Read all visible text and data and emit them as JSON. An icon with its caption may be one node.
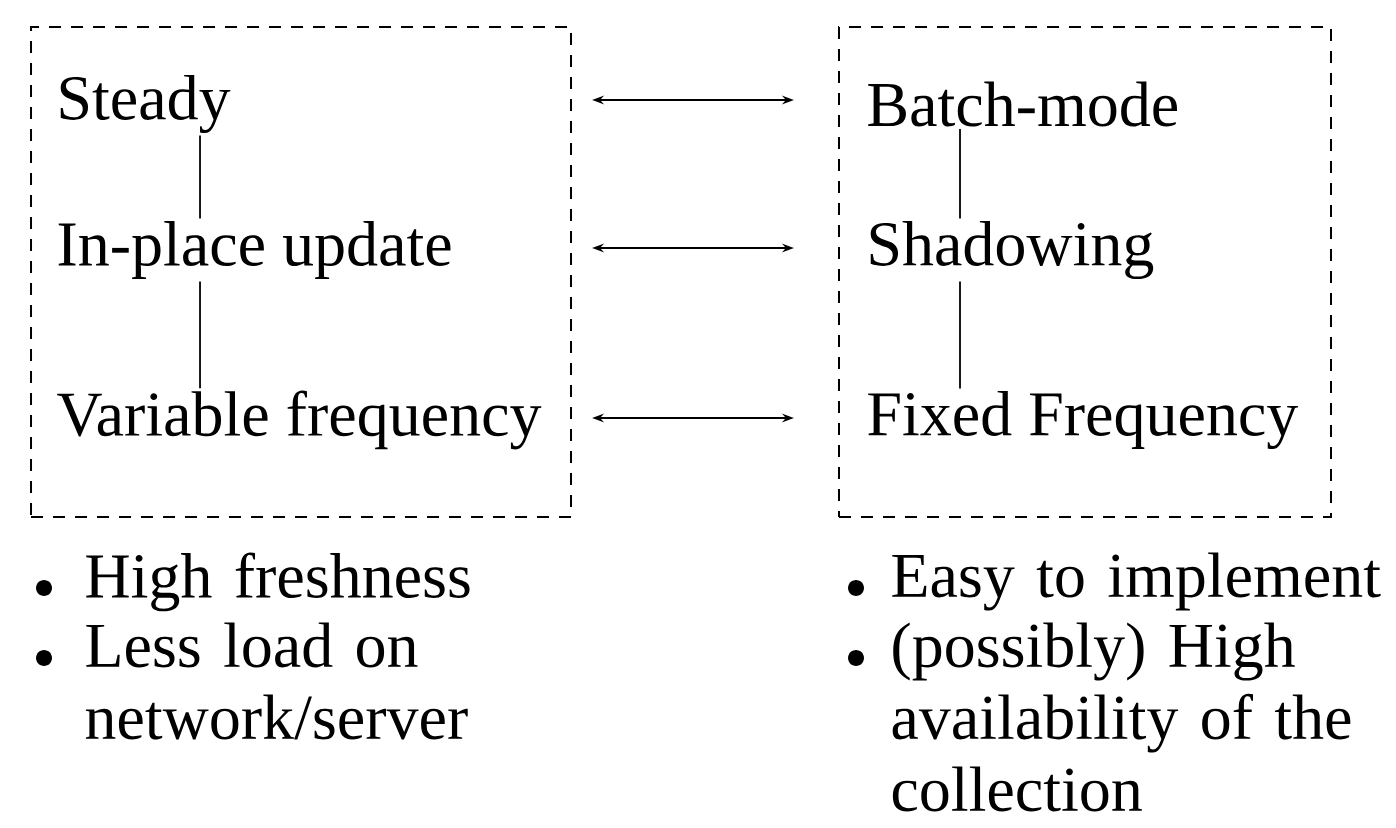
{
  "diagram": {
    "nodes": [
      {
        "text": [],
        "shape": "box"
      },
      {
        "text": [
          "Steady"
        ],
        "in": 0
      },
      {
        "text": [
          "In-place update"
        ],
        "in": 0
      },
      {
        "text": [
          "Variable frequency"
        ],
        "in": 0
      },
      {
        "text": [],
        "shape": "box"
      },
      {
        "text": [
          "Batch-mode"
        ],
        "in": 4
      },
      {
        "text": [
          "Shadowing"
        ],
        "in": 4
      },
      {
        "text": [
          "Fixed Frequency"
        ],
        "in": 4
      }
    ],
    "edges": [
      {
        "from": 1,
        "to": 2,
        "arrow": "none"
      },
      {
        "from": 2,
        "to": 3,
        "arrow": "none"
      },
      {
        "from": 5,
        "to": 6,
        "arrow": "none"
      },
      {
        "from": 6,
        "to": 7,
        "arrow": "none"
      },
      {
        "from": 0,
        "to": 4,
        "arrow": "both"
      },
      {
        "from": 0,
        "to": 4,
        "arrow": "both"
      },
      {
        "from": 0,
        "to": 4,
        "arrow": "both"
      }
    ],
    "labels": [
      "High freshness",
      "Less load on network/server",
      "Easy to implement",
      "(possibly) High availability of the collection"
    ]
  }
}
